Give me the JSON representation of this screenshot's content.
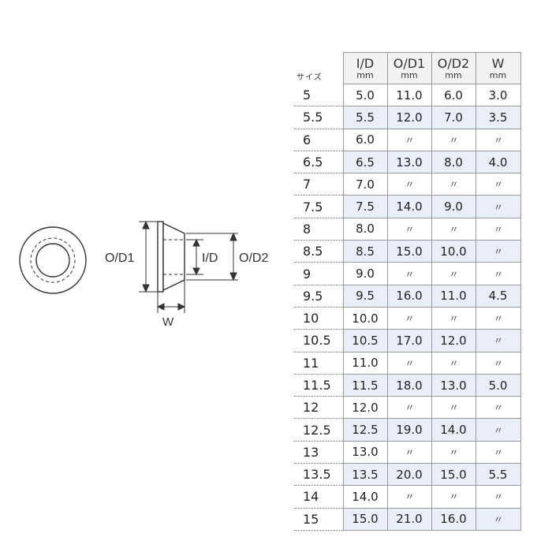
{
  "diagram": {
    "label_od1": "O/D1",
    "label_id": "I/D",
    "label_od2": "O/D2",
    "label_w": "W"
  },
  "table": {
    "size_header": "サイズ",
    "columns": [
      {
        "name": "I/D",
        "unit": "mm"
      },
      {
        "name": "O/D1",
        "unit": "mm"
      },
      {
        "name": "O/D2",
        "unit": "mm"
      },
      {
        "name": "W",
        "unit": "mm"
      }
    ],
    "ditto_mark": "〃",
    "rows": [
      {
        "size": "5",
        "id": "5.0",
        "od1": "11.0",
        "od2": "6.0",
        "w": "3.0"
      },
      {
        "size": "5.5",
        "id": "5.5",
        "od1": "12.0",
        "od2": "7.0",
        "w": "3.5"
      },
      {
        "size": "6",
        "id": "6.0",
        "od1": "〃",
        "od2": "〃",
        "w": "〃"
      },
      {
        "size": "6.5",
        "id": "6.5",
        "od1": "13.0",
        "od2": "8.0",
        "w": "4.0"
      },
      {
        "size": "7",
        "id": "7.0",
        "od1": "〃",
        "od2": "〃",
        "w": "〃"
      },
      {
        "size": "7.5",
        "id": "7.5",
        "od1": "14.0",
        "od2": "9.0",
        "w": "〃"
      },
      {
        "size": "8",
        "id": "8.0",
        "od1": "〃",
        "od2": "〃",
        "w": "〃"
      },
      {
        "size": "8.5",
        "id": "8.5",
        "od1": "15.0",
        "od2": "10.0",
        "w": "〃"
      },
      {
        "size": "9",
        "id": "9.0",
        "od1": "〃",
        "od2": "〃",
        "w": "〃"
      },
      {
        "size": "9.5",
        "id": "9.5",
        "od1": "16.0",
        "od2": "11.0",
        "w": "4.5"
      },
      {
        "size": "10",
        "id": "10.0",
        "od1": "〃",
        "od2": "〃",
        "w": "〃"
      },
      {
        "size": "10.5",
        "id": "10.5",
        "od1": "17.0",
        "od2": "12.0",
        "w": "〃"
      },
      {
        "size": "11",
        "id": "11.0",
        "od1": "〃",
        "od2": "〃",
        "w": "〃"
      },
      {
        "size": "11.5",
        "id": "11.5",
        "od1": "18.0",
        "od2": "13.0",
        "w": "5.0"
      },
      {
        "size": "12",
        "id": "12.0",
        "od1": "〃",
        "od2": "〃",
        "w": "〃"
      },
      {
        "size": "12.5",
        "id": "12.5",
        "od1": "19.0",
        "od2": "14.0",
        "w": "〃"
      },
      {
        "size": "13",
        "id": "13.0",
        "od1": "〃",
        "od2": "〃",
        "w": "〃"
      },
      {
        "size": "13.5",
        "id": "13.5",
        "od1": "20.0",
        "od2": "15.0",
        "w": "5.5"
      },
      {
        "size": "14",
        "id": "14.0",
        "od1": "〃",
        "od2": "〃",
        "w": "〃"
      },
      {
        "size": "15",
        "id": "15.0",
        "od1": "21.0",
        "od2": "16.0",
        "w": "〃"
      }
    ]
  },
  "colors": {
    "alt_row": "#e9eef9",
    "header_bg": "#f2f2f2",
    "border": "#999999"
  }
}
